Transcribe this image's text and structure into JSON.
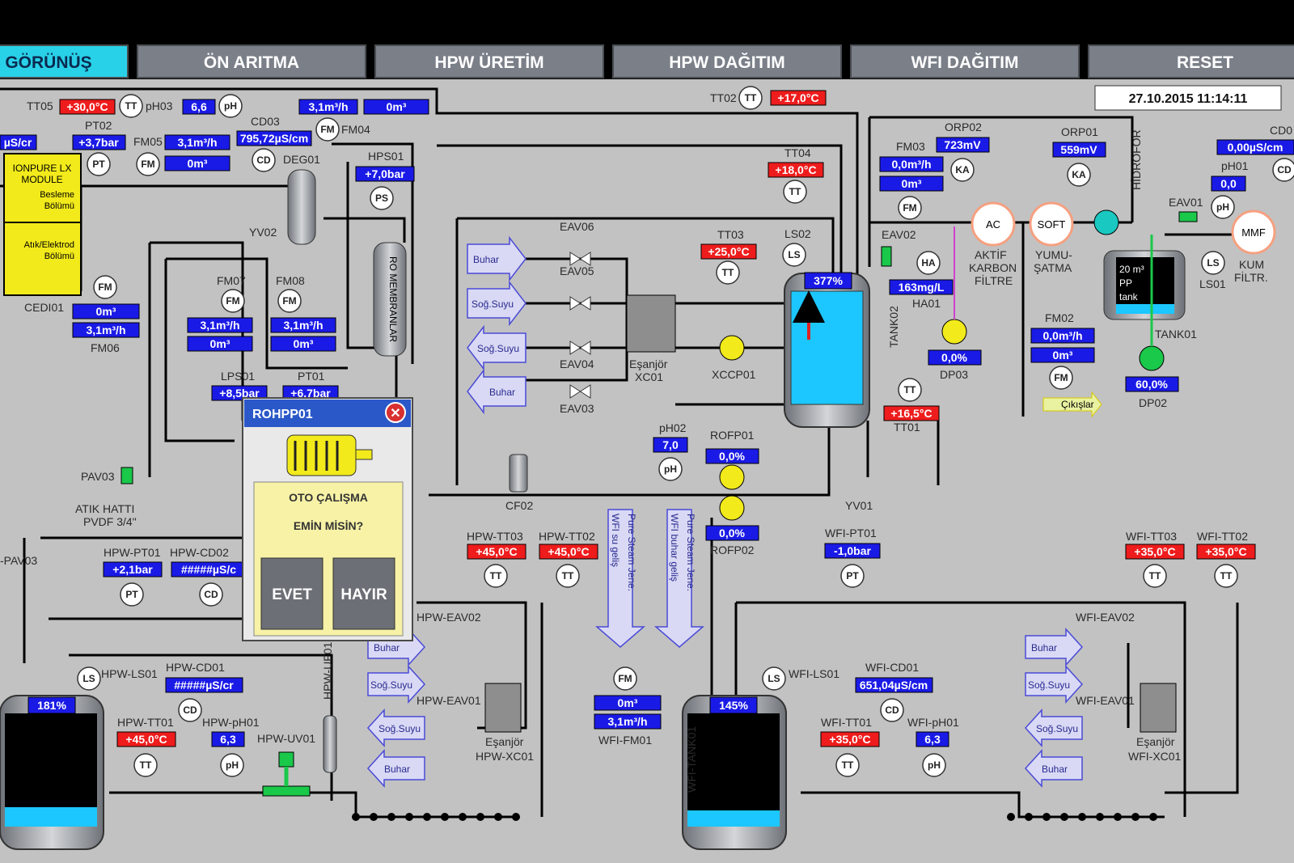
{
  "tabs": [
    {
      "label": "GÖRÜNÜŞ"
    },
    {
      "label": "ÖN ARITMA"
    },
    {
      "label": "HPW ÜRETİM"
    },
    {
      "label": "HPW DAĞITIM"
    },
    {
      "label": "WFI DAĞITIM"
    },
    {
      "label": "RESET"
    }
  ],
  "datetime": "27.10.2015 11:14:11",
  "labels": {
    "TT05": "TT05",
    "pH03": "pH03",
    "PT02": "PT02",
    "FM05": "FM05",
    "CD03": "CD03",
    "FM04": "FM04",
    "DEG01": "DEG01",
    "HPS01": "HPS01",
    "YV02": "YV02",
    "CEDI01": "CEDI01",
    "FM06": "FM06",
    "FM07": "FM07",
    "FM08": "FM08",
    "LPS01": "LPS01",
    "PT01": "PT01",
    "PAV03": "PAV03",
    "atik": "ATIK HATTI",
    "pvdf": "PVDF 3/4\"",
    "TT02": "TT02",
    "TT04": "TT04",
    "TT03": "TT03",
    "LS02": "LS02",
    "EAV06": "EAV06",
    "EAV05": "EAV05",
    "EAV04": "EAV04",
    "EAV03": "EAV03",
    "esanjor": "Eşanjör",
    "XC01": "XC01",
    "XCCP01": "XCCP01",
    "TANK02": "TANK02",
    "TT01": "TT01",
    "YV01": "YV01",
    "CF02": "CF02",
    "pH02": "pH02",
    "ROFP01": "ROFP01",
    "ROFP02": "ROFP02",
    "FM03": "FM03",
    "ORP02": "ORP02",
    "ORP01": "ORP01",
    "HIDROFOR": "HİDROFOR",
    "EAV02": "EAV02",
    "HA01": "HA01",
    "DP03": "DP03",
    "aktif1": "AKTİF",
    "aktif2": "KARBON",
    "aktif3": "FİLTRE",
    "yumu1": "YUMU-",
    "yumu2": "ŞATMA",
    "FM02": "FM02",
    "cikislar": "Çıkışlar",
    "TANK01": "TANK01",
    "DP02": "DP02",
    "LS01": "LS01",
    "kum1": "KUM",
    "kum2": "FİLTR.",
    "CD0": "CD0",
    "pH01": "pH01",
    "EAV01": "EAV01",
    "PAV03b": "-PAV03",
    "HPW_PT01": "HPW-PT01",
    "HPW_CD02": "HPW-CD02",
    "HPW_TT03": "HPW-TT03",
    "HPW_TT02": "HPW-TT02",
    "HPW_EAV02": "HPW-EAV02",
    "HPW_EAV01": "HPW-EAV01",
    "HPW_XC01": "HPW-XC01",
    "HPW_LS01": "HPW-LS01",
    "HPW_CD01": "HPW-CD01",
    "HPW_TT01": "HPW-TT01",
    "HPW_pH01": "HPW-pH01",
    "HPW_UV01": "HPW-UV01",
    "HPW_UF01": "HPW-UF01",
    "ps1a": "Pure Steam Jene.",
    "ps1b": "WFI su geliş",
    "ps2a": "Pure Steam Jene.",
    "ps2b": "WFI buhar geliş",
    "WFI_FM01": "WFI-FM01",
    "WFI_TANK01": "WFI-TANK01",
    "WFI_PT01": "WFI-PT01",
    "WFI_LS01": "WFI-LS01",
    "WFI_CD01": "WFI-CD01",
    "WFI_TT01": "WFI-TT01",
    "WFI_pH01": "WFI-pH01",
    "WFI_TT03": "WFI-TT03",
    "WFI_TT02": "WFI-TT02",
    "WFI_EAV02": "WFI-EAV02",
    "WFI_EAV01": "WFI-EAV01",
    "WFI_XC01": "WFI-XC01",
    "ionpure1": "IONPURE LX",
    "ionpure2": "MODULE",
    "besleme1": "Besleme",
    "besleme2": "Bölümü",
    "atik1": "Atık/Elektrod",
    "atik2": "Bölümü",
    "membran": "RO MEMBRANLAR"
  },
  "values": {
    "TT05": "+30,0°C",
    "pH03": "6,6",
    "flow_top": "3,1m³/h",
    "tot_top": "0m³",
    "PT02": "+3,7bar",
    "FM05": "3,1m³/h",
    "FM05t": "0m³",
    "CD03": "795,72µS/cm",
    "HPS01": "+7,0bar",
    "cond_left": "µS/cr",
    "FM06a": "0m³",
    "FM06b": "3,1m³/h",
    "FM07a": "3,1m³/h",
    "FM07b": "0m³",
    "FM08a": "3,1m³/h",
    "FM08b": "0m³",
    "LPS01": "+8,5bar",
    "PT01": "+6,7bar",
    "TT02": "+17,0°C",
    "TT04": "+18,0°C",
    "TT03": "+25,0°C",
    "TANK02": "377%",
    "TT01": "+16,5°C",
    "pH02": "7,0",
    "ROFP01": "0,0%",
    "ROFP02": "0,0%",
    "FM03a": "0,0m³/h",
    "FM03b": "0m³",
    "ORP02": "723mV",
    "ORP01": "559mV",
    "HA01": "163mg/L",
    "DP03": "0,0%",
    "FM02a": "0,0m³/h",
    "FM02b": "0m³",
    "DP02": "60,0%",
    "CD0": "0,00µS/cm",
    "pH01": "0,0",
    "tank01_text1": "20 m³",
    "tank01_text2": "PP",
    "tank01_text3": "tank",
    "HPW_PT01": "+2,1bar",
    "HPW_CD02": "#####µS/c",
    "HPW_TT03": "+45,0°C",
    "HPW_TT02": "+45,0°C",
    "HPW_TANK": "181%",
    "HPW_CD01": "#####µS/cr",
    "HPW_TT01": "+45,0°C",
    "HPW_pH01": "6,3",
    "WFI_FM01a": "0m³",
    "WFI_FM01b": "3,1m³/h",
    "WFI_TANK": "145%",
    "WFI_PT01": "-1,0bar",
    "WFI_CD01": "651,04µS/cm",
    "WFI_TT01": "+35,0°C",
    "WFI_pH01": "6,3",
    "WFI_TT03": "+35,0°C",
    "WFI_TT02": "+35,0°C"
  },
  "inst": {
    "TT": "TT",
    "PH": "pH",
    "PT": "PT",
    "FM": "FM",
    "CD": "CD",
    "PS": "PS",
    "LS": "LS",
    "KA": "KA",
    "HA": "HA",
    "AC": "AC",
    "SOFT": "SOFT",
    "MMF": "MMF"
  },
  "streams": {
    "buhar": "Buhar",
    "sogsuyu": "Soğ.Suyu"
  },
  "dialog": {
    "title": "ROHPP01",
    "line1": "OTO ÇALIŞMA",
    "line2": "EMİN MİSİN?",
    "yes": "EVET",
    "no": "HAYIR"
  },
  "colors": {
    "background": "#c2c2c2",
    "value_blue": "#1a1ae6",
    "value_red": "#ee1c1c",
    "tab_active": "#29d1e8",
    "tab": "#7a7f88"
  }
}
